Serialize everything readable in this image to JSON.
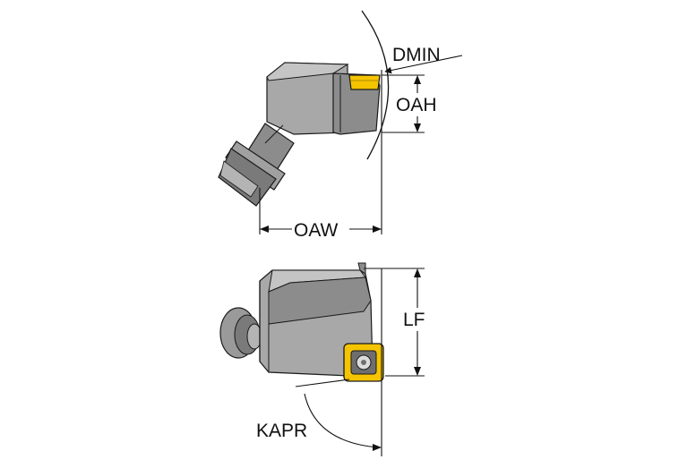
{
  "labels": {
    "dmin": "DMIN",
    "oah": "OAH",
    "oaw": "OAW",
    "lf": "LF",
    "kapr": "KAPR"
  },
  "colors": {
    "body_light": "#a8a8a8",
    "body_mid": "#8c8c8c",
    "body_dark": "#6e6e6e",
    "outline": "#1a1a1a",
    "insert_yellow": "#f5c400",
    "insert_dark": "#b08a00"
  }
}
